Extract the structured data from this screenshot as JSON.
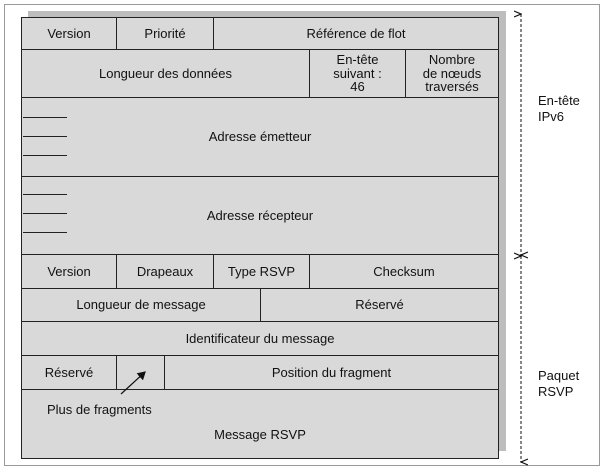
{
  "header": {
    "version": "Version",
    "priority": "Priorité",
    "flow_ref": "Référence de flot",
    "data_length": "Longueur des données",
    "next_header": [
      "En-tête",
      "suivant :",
      "46"
    ],
    "hop_count": [
      "Nombre",
      "de nœuds",
      "traversés"
    ],
    "src_addr": "Adresse émetteur",
    "dst_addr": "Adresse récepteur"
  },
  "rsvp": {
    "version": "Version",
    "flags": "Drapeaux",
    "rsvp_type": "Type RSVP",
    "checksum": "Checksum",
    "msg_length": "Longueur de message",
    "reserved": "Réservé",
    "msg_id": "Identificateur du message",
    "reserved2": "Réservé",
    "frag_pos": "Position du fragment",
    "more_frags": "Plus de fragments",
    "message": "Message RSVP"
  },
  "side_labels": {
    "ipv6": [
      "En-tête",
      "IPv6"
    ],
    "rsvp": [
      "Paquet",
      "RSVP"
    ]
  }
}
